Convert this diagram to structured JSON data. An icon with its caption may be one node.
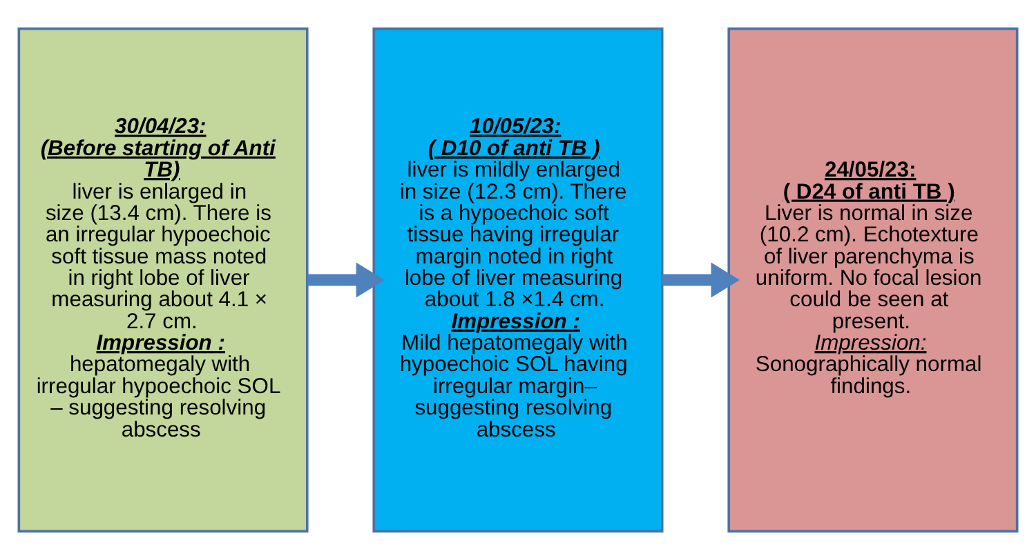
{
  "diagram": {
    "nodes": [
      {
        "text": [
          "30/04/23:",
          "(Before starting of Anti TB)",
          "liver is enlarged in size (13.4 cm). There is an irregular hypoechoic soft tissue mass noted in right lobe of liver measuring about 4.1 × 2.7 cm.",
          "Impression :",
          "hepatomegaly with irregular hypoechoic SOL – suggesting resolving abscess"
        ]
      },
      {
        "text": [
          "10/05/23:",
          "( D10 of anti TB )",
          "liver is mildly enlarged in size (12.3 cm). There is a hypoechoic soft tissue having irregular margin noted in right lobe of liver measuring about 1.8 ×1.4 cm.",
          "Impression :",
          "Mild hepatomegaly with hypoechoic SOL having irregular margin– suggesting resolving abscess"
        ]
      },
      {
        "text": [
          "24/05/23:",
          "( D24 of anti TB )",
          "Liver is normal in size (10.2 cm). Echotexture of liver parenchyma is uniform. No focal lesion could be seen at present.",
          "Impression:",
          "Sonographically normal findings."
        ]
      }
    ],
    "edges": [
      {
        "from": 0,
        "to": 1,
        "arrow": "to"
      },
      {
        "from": 1,
        "to": 2,
        "arrow": "to"
      }
    ]
  }
}
